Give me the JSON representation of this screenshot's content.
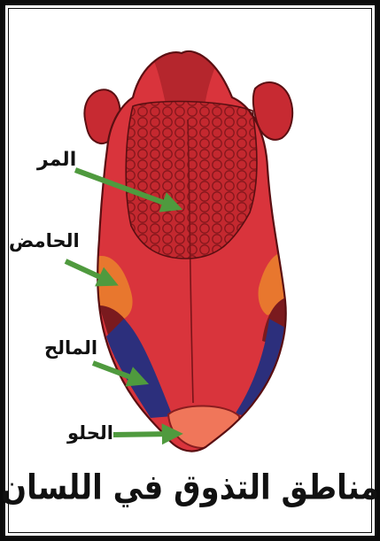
{
  "title": "مناطق التذوق في اللسان",
  "labels": {
    "bitter": "المر",
    "sour": "الحامض",
    "salty": "المالح",
    "sweet": "الحلو"
  },
  "colors": {
    "tongue": "#d9343c",
    "tongue_dark": "#b5262d",
    "bitter_region": "#c4282f",
    "sour_region": "#e8772e",
    "salty_region": "#2c2f7c",
    "sweet_region": "#f0765a",
    "arrow": "#4f9a3e",
    "outline": "#5a0f12"
  }
}
